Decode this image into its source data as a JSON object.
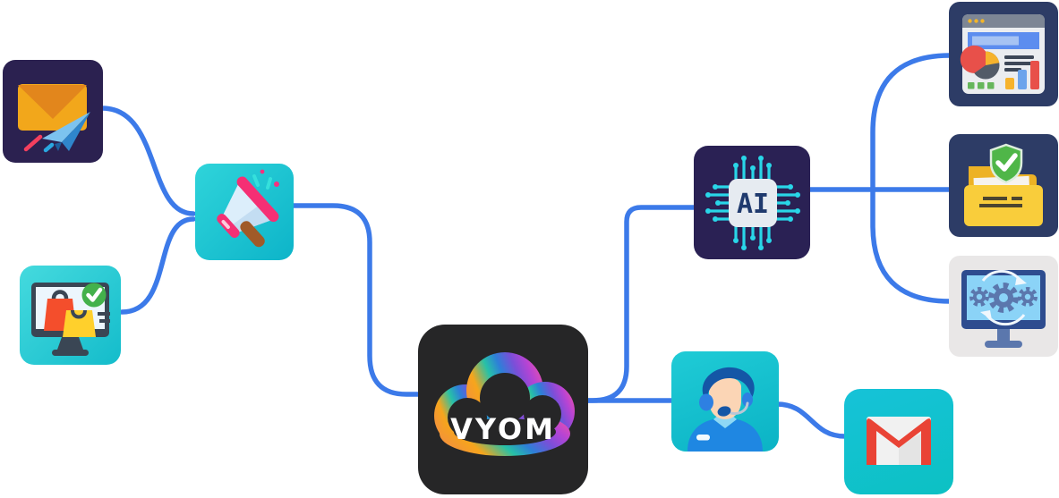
{
  "diagram": {
    "type": "integration-flow",
    "background": "#ffffff",
    "connector_color": "#3c7ae9",
    "center": {
      "label": "VYOM",
      "bg": "#262627"
    },
    "ai_node": {
      "label": "AI",
      "bg": "#2a2154"
    },
    "nodes": [
      {
        "name": "email-campaign",
        "icon": "envelope-paper-plane-icon",
        "bg": "#2b2150"
      },
      {
        "name": "marketing-megaphone",
        "icon": "megaphone-icon",
        "bg": "#12c2d2"
      },
      {
        "name": "online-shopping",
        "icon": "shopping-bags-monitor-icon",
        "bg": "#2fd2da"
      },
      {
        "name": "vyom-platform",
        "icon": "vyom-cloud-logo",
        "bg": "#262627",
        "label": "VYOM"
      },
      {
        "name": "ai-processor",
        "icon": "ai-chip-icon",
        "bg": "#2a2154",
        "label": "AI"
      },
      {
        "name": "customer-support",
        "icon": "support-agent-icon",
        "bg": "#10c3cf"
      },
      {
        "name": "analytics-dashboard",
        "icon": "dashboard-report-icon",
        "bg": "#2d3c66"
      },
      {
        "name": "secure-documents",
        "icon": "folder-shield-check-icon",
        "bg": "#2d3c66"
      },
      {
        "name": "process-automation",
        "icon": "monitor-gears-icon",
        "bg": "#e9e7e7"
      },
      {
        "name": "gmail",
        "icon": "gmail-icon",
        "bg": "#10bed4"
      }
    ],
    "connections": [
      [
        "email-campaign",
        "marketing-megaphone"
      ],
      [
        "online-shopping",
        "marketing-megaphone"
      ],
      [
        "marketing-megaphone",
        "vyom-platform"
      ],
      [
        "vyom-platform",
        "ai-processor"
      ],
      [
        "vyom-platform",
        "customer-support"
      ],
      [
        "ai-processor",
        "analytics-dashboard"
      ],
      [
        "ai-processor",
        "secure-documents"
      ],
      [
        "ai-processor",
        "process-automation"
      ],
      [
        "customer-support",
        "gmail"
      ]
    ]
  }
}
